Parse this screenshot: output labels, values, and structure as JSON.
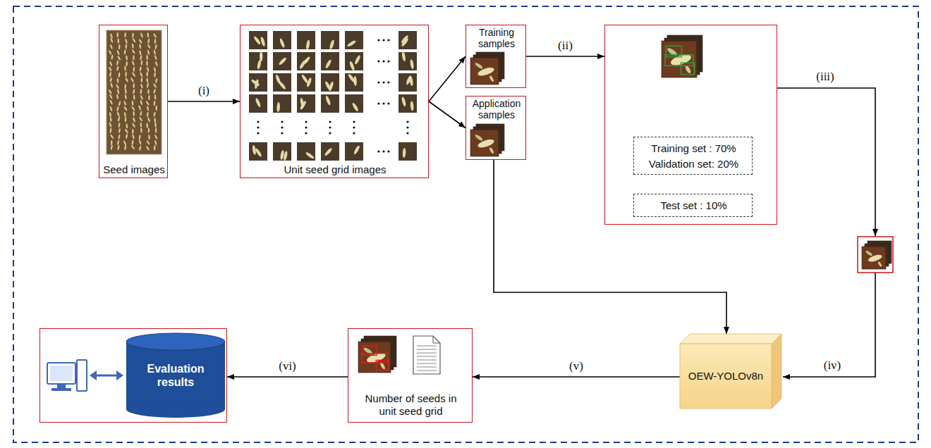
{
  "diagram": {
    "nodes": [
      {
        "text": [
          "Seed images"
        ]
      },
      {
        "text": [
          "Unit seed grid images"
        ]
      },
      {
        "text": [
          "Training samples"
        ]
      },
      {
        "text": [
          "Application samples"
        ]
      },
      {
        "text": []
      },
      {
        "text": [
          "Training set : 70%",
          "Validation set: 20%"
        ],
        "in": 4
      },
      {
        "text": [
          "Test set : 10%"
        ],
        "in": 4
      },
      {
        "text": [
          "OEW-YOLOv8n"
        ]
      },
      {
        "text": [
          "Number of seeds in unit seed grid"
        ]
      },
      {
        "text": [
          "Evaluation results"
        ]
      }
    ],
    "edges": [
      {
        "from": 0,
        "to": 1,
        "arrow": "to",
        "label": "(i)"
      },
      {
        "from": 1,
        "to": 2,
        "arrow": "to"
      },
      {
        "from": 1,
        "to": 3,
        "arrow": "to"
      },
      {
        "from": 2,
        "to": 4,
        "arrow": "to",
        "label": "(ii)"
      },
      {
        "from": 3,
        "to": 7,
        "arrow": "to"
      },
      {
        "from": 7,
        "to": 8,
        "arrow": "to",
        "label": "(v)"
      },
      {
        "from": 8,
        "to": 9,
        "arrow": "to",
        "label": "(vi)"
      }
    ],
    "labels": [
      "(iii)",
      "(iv)"
    ]
  }
}
